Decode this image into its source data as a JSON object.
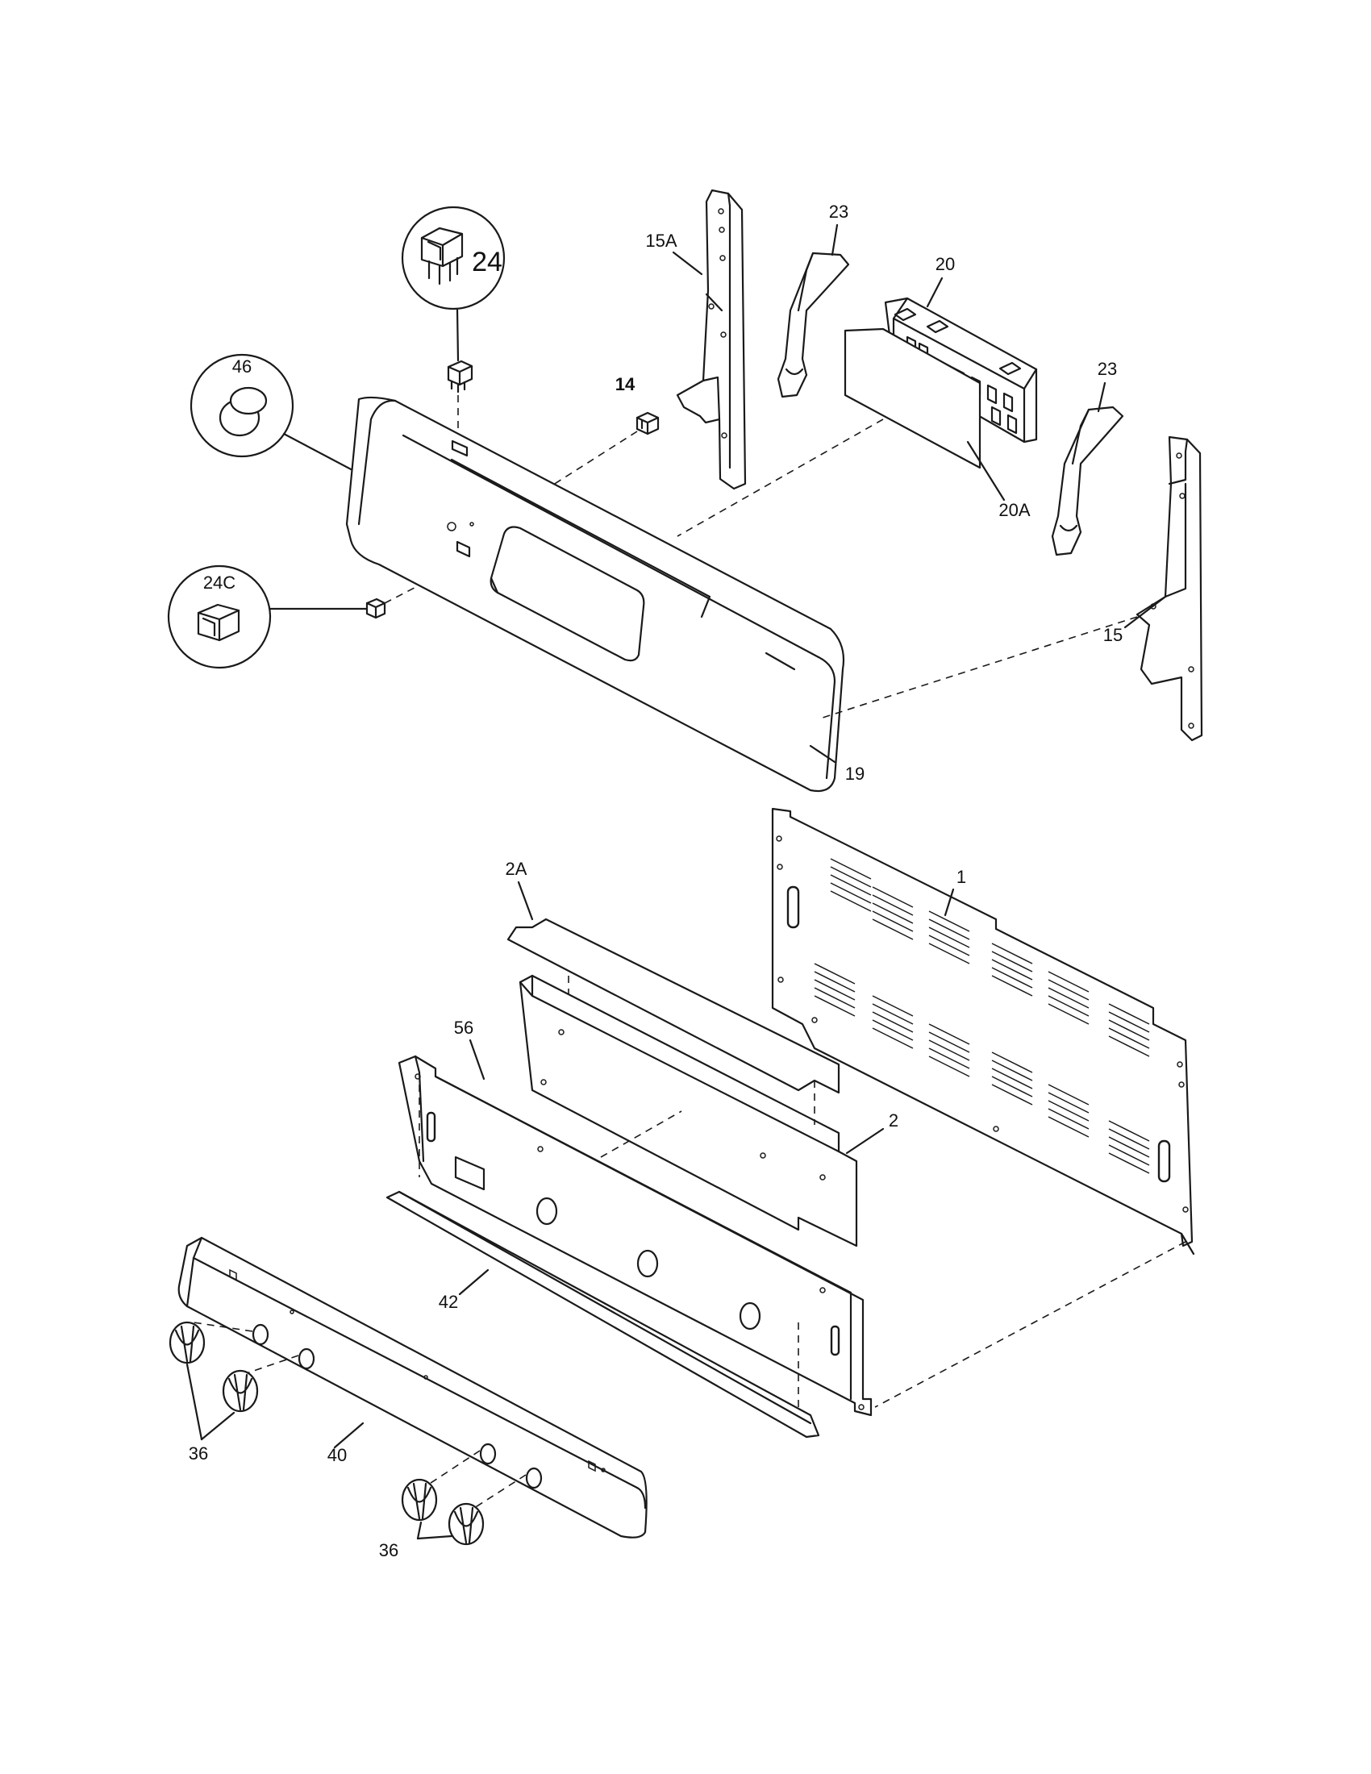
{
  "diagram": {
    "labels": {
      "p1": "1",
      "p2": "2",
      "p2a": "2A",
      "p14": "14",
      "p15": "15",
      "p15a": "15A",
      "p19": "19",
      "p20": "20",
      "p20a": "20A",
      "p23_left": "23",
      "p23_right": "23",
      "p24": "24",
      "p24c": "24C",
      "p36_left": "36",
      "p36_right": "36",
      "p40": "40",
      "p42": "42",
      "p46": "46",
      "p56": "56"
    }
  }
}
